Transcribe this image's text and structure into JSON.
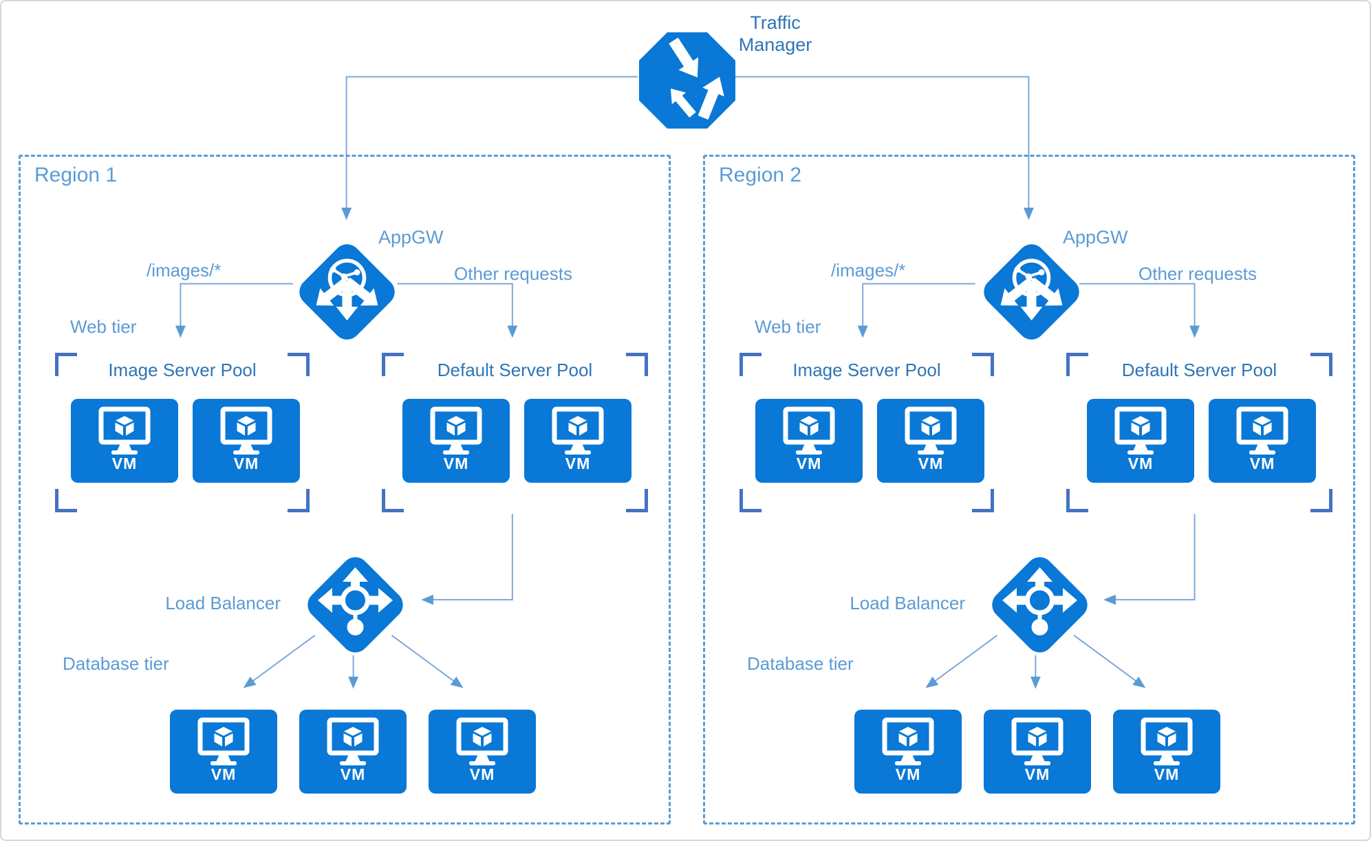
{
  "traffic_manager": {
    "label": "Traffic Manager"
  },
  "icons": {
    "traffic_manager": "octagon-routing-arrows",
    "app_gateway": "diamond-globe-split-arrows",
    "load_balancer": "diamond-cross-arrows",
    "vm": "monitor-with-cube"
  },
  "colors": {
    "node_blue": "#0a78d6",
    "connector_blue": "#7EA7D8",
    "label_light_blue": "#5B9BD5",
    "label_dark_blue": "#2E75B6",
    "bracket_blue": "#4472C4"
  },
  "regions": [
    {
      "label": "Region 1",
      "appgw_label": "AppGW",
      "images_route": "/images/*",
      "other_requests": "Other requests",
      "web_tier": "Web tier",
      "database_tier": "Database tier",
      "load_balancer": "Load Balancer",
      "pools": [
        {
          "title": "Image Server Pool",
          "vms": [
            "VM",
            "VM"
          ]
        },
        {
          "title": "Default Server Pool",
          "vms": [
            "VM",
            "VM"
          ]
        }
      ],
      "database_vms": [
        "VM",
        "VM",
        "VM"
      ]
    },
    {
      "label": "Region 2",
      "appgw_label": "AppGW",
      "images_route": "/images/*",
      "other_requests": "Other requests",
      "web_tier": "Web tier",
      "database_tier": "Database tier",
      "load_balancer": "Load Balancer",
      "pools": [
        {
          "title": "Image Server Pool",
          "vms": [
            "VM",
            "VM"
          ]
        },
        {
          "title": "Default Server Pool",
          "vms": [
            "VM",
            "VM"
          ]
        }
      ],
      "database_vms": [
        "VM",
        "VM",
        "VM"
      ]
    }
  ]
}
